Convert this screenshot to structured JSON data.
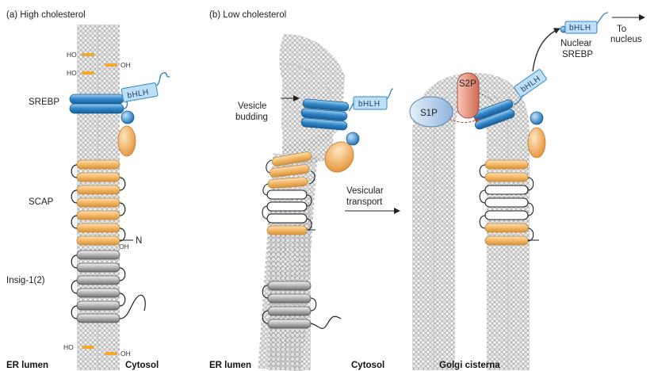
{
  "panel_a": {
    "title": "(a) High cholesterol",
    "srebp": "SREBP",
    "scap": "SCAP",
    "insig": "Insig-1(2)",
    "n_terminus": "N",
    "er_lumen": "ER lumen",
    "cytosol": "Cytosol",
    "hydroxyl_ho": "HO",
    "hydroxyl_oh": "OH",
    "bhlh": "bHLH"
  },
  "panel_b": {
    "title": "(b) Low cholesterol",
    "vesicle_budding": [
      "Vesicle",
      "budding"
    ],
    "vesicular_transport": [
      "Vesicular",
      "transport"
    ],
    "er_lumen": "ER lumen",
    "cytosol": "Cytosol",
    "golgi": "Golgi cisterna",
    "s1p": "S1P",
    "s2p": "S2P",
    "nuclear_srebp": [
      "Nuclear",
      "SREBP"
    ],
    "to_nucleus": [
      "To",
      "nucleus"
    ],
    "bhlh": "bHLH"
  },
  "colors": {
    "srebp_blue": "#2f86c8",
    "scap_orange": "#f2b766",
    "insig_gray": "#9a9a9a",
    "s1p_blue": "#bcd4ee",
    "s2p_red": "#e59a86",
    "membrane_bead": "#dcdcdc"
  }
}
